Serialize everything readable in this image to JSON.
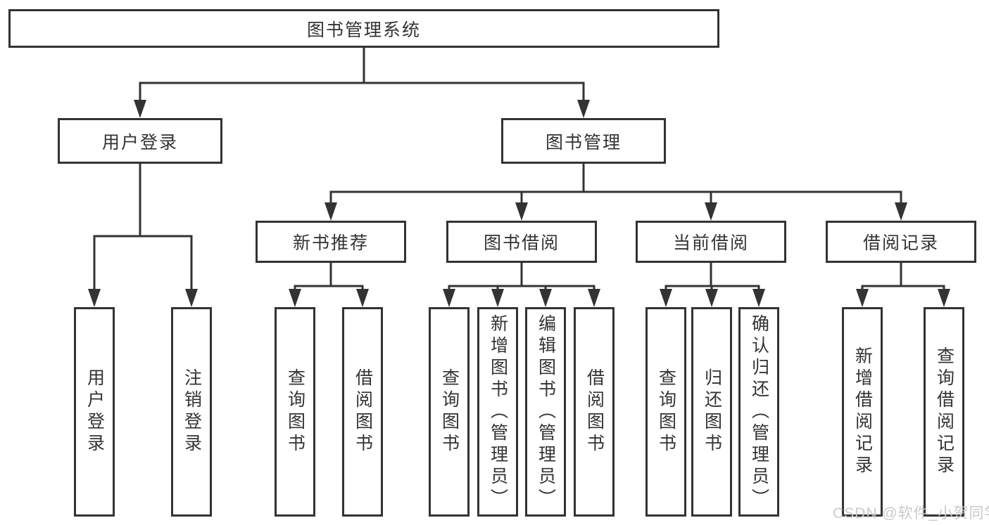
{
  "tree": {
    "root": "图书管理系统",
    "user_branch": {
      "label": "用户登录",
      "leaves": [
        "用户登录",
        "注销登录"
      ]
    },
    "book_branch": {
      "label": "图书管理",
      "groups": [
        {
          "label": "新书推荐",
          "leaves": [
            "查询图书",
            "借阅图书"
          ]
        },
        {
          "label": "图书借阅",
          "leaves": [
            "查询图书",
            "新增图书（管理员）",
            "编辑图书（管理员）",
            "借阅图书"
          ]
        },
        {
          "label": "当前借阅",
          "leaves": [
            "查询图书",
            "归还图书",
            "确认归还（管理员）"
          ]
        },
        {
          "label": "借阅记录",
          "leaves": [
            "新增借阅记录",
            "查询借阅记录"
          ]
        }
      ]
    }
  },
  "watermark": {
    "text": "CSDN @软件_小贺同学"
  },
  "colors": {
    "line": "#333333",
    "text": "#333333",
    "box_background": "#ffffff",
    "watermark": "#c8cacd",
    "background": "#ffffff"
  }
}
